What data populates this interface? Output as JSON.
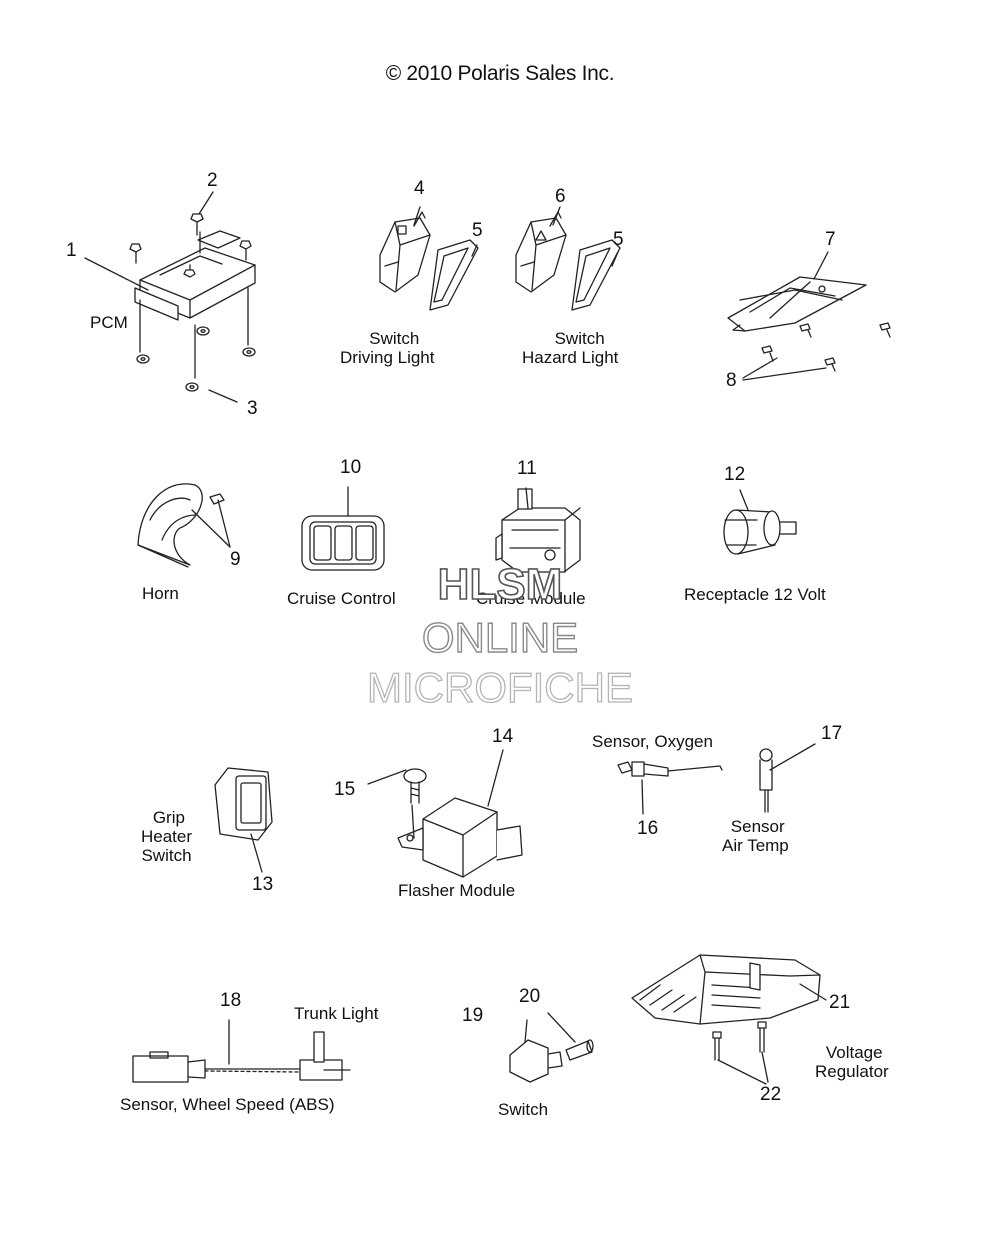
{
  "copyright": "© 2010 Polaris Sales Inc.",
  "callouts": [
    "1",
    "2",
    "3",
    "4",
    "5",
    "6",
    "5",
    "7",
    "8",
    "9",
    "10",
    "11",
    "12",
    "13",
    "14",
    "15",
    "16",
    "17",
    "18",
    "19",
    "20",
    "21",
    "22"
  ],
  "labels": {
    "pcm": "PCM",
    "switch_driving_light": "   Switch\nDriving Light",
    "switch_hazard_light": "    Switch\nHazard Light",
    "horn": "Horn",
    "cruise_control": "Cruise Control",
    "cruise_module": "Cruise Module",
    "receptacle": "Receptacle 12 Volt",
    "sensor_oxygen": "Sensor, Oxygen",
    "grip_heater_switch": " Grip\nHeater\nSwitch",
    "sensor_air_temp": " Sensor\nAir Temp",
    "flasher_module": "Flasher Module",
    "trunk_light": "Trunk Light",
    "voltage_regulator": " Voltage\nRegulator",
    "sensor_wheel_speed": "Sensor, Wheel Speed (ABS)",
    "switch": "Switch"
  },
  "watermark": [
    "HLSM",
    "ONLINE",
    "MICROFICHE"
  ]
}
